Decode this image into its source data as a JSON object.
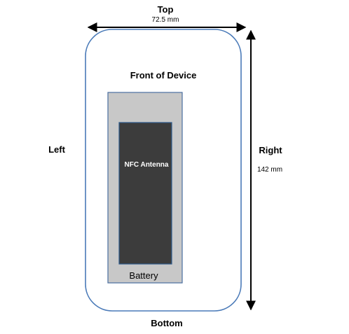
{
  "labels": {
    "top": "Top",
    "width": "72.5 mm",
    "front": "Front of Device",
    "left": "Left",
    "right": "Right",
    "height": "142 mm",
    "antenna": "NFC Antenna",
    "battery": "Battery",
    "bottom": "Bottom"
  },
  "colors": {
    "device_outline": "#4a7ab8",
    "battery_fill": "#c8c8c8",
    "battery_stroke": "#4a6fa0",
    "antenna_fill": "#3c3c3c",
    "antenna_stroke": "#2e5a8c",
    "antenna_text": "#ffffff",
    "arrow": "#000000"
  }
}
